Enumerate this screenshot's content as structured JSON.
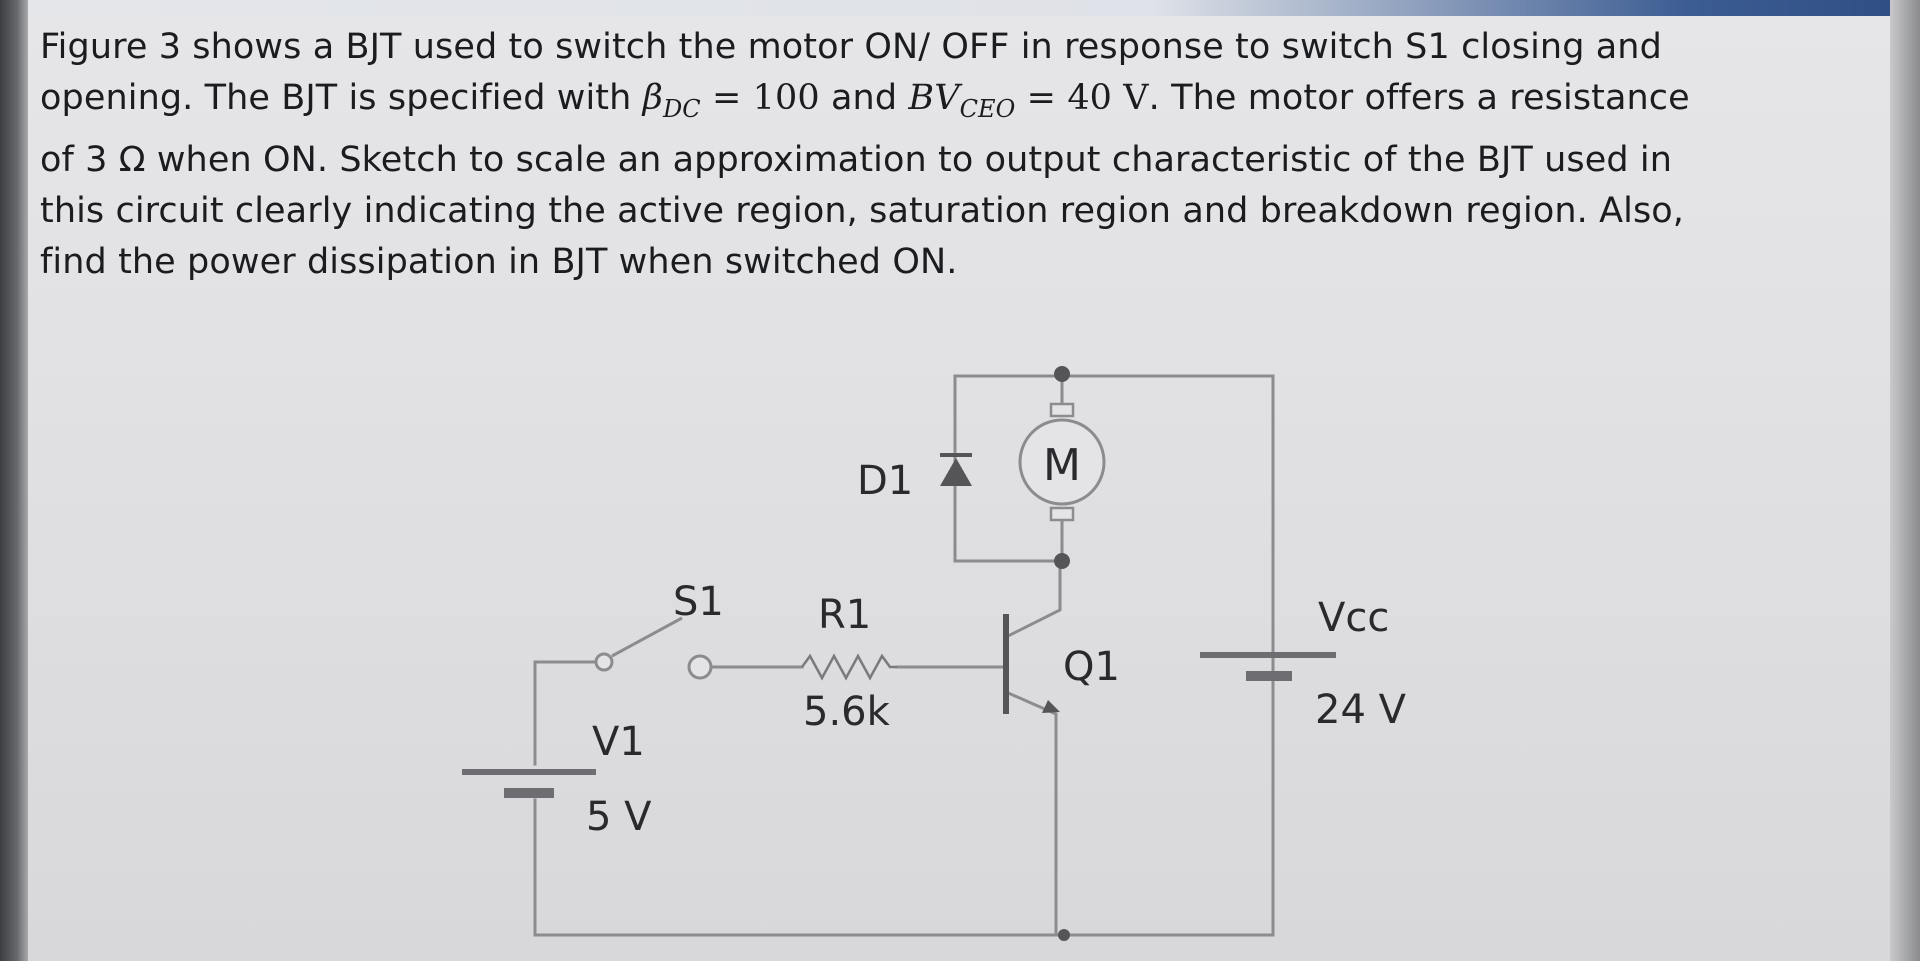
{
  "problem": {
    "line1": "Figure 3 shows a BJT used to switch  the motor ON/ OFF in response to switch S1 closing and",
    "line2_a": "opening. The BJT is specified with ",
    "beta_symbol": "β",
    "beta_sub": "DC",
    "beta_eq": " = 100",
    "line2_b": " and ",
    "bv_symbol": "BV",
    "bv_sub": "CEO",
    "bv_eq": " = 40 V",
    "line2_c": ". The motor offers a resistance",
    "line3": "of 3 Ω when ON. Sketch to scale an approximation to output characteristic of the BJT used in",
    "line4": "this circuit clearly indicating the active region, saturation region and breakdown region. Also,",
    "line5": "find the power dissipation in BJT when switched ON."
  },
  "circuit": {
    "diode_label": "D1",
    "motor_label": "M",
    "switch_label": "S1",
    "resistor_label": "R1",
    "resistor_value": "5.6k",
    "transistor_label": "Q1",
    "source_v1_label": "V1",
    "source_v1_value": "5 V",
    "source_vcc_label": "Vcc",
    "source_vcc_value": "24 V"
  }
}
